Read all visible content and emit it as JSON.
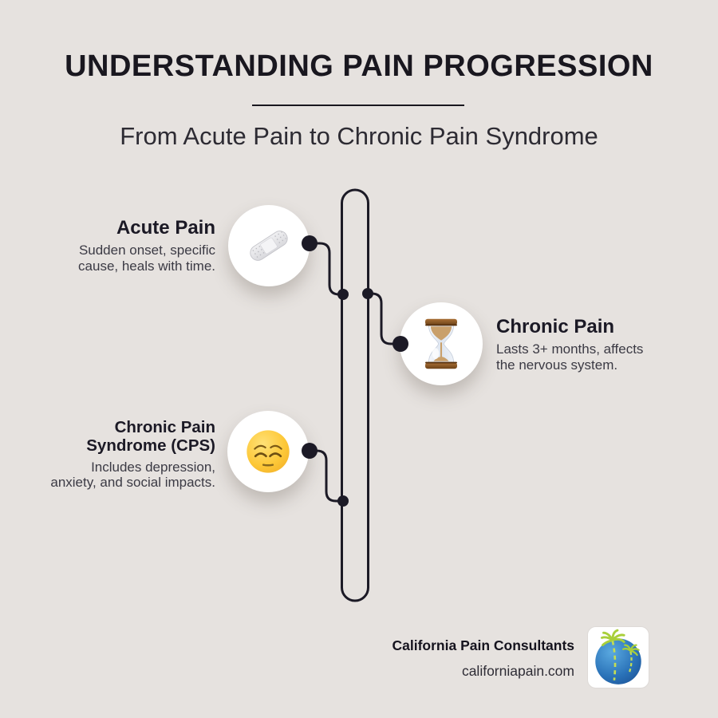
{
  "header": {
    "title": "UNDERSTANDING PAIN PROGRESSION",
    "subtitle": "From Acute Pain to Chronic Pain Syndrome"
  },
  "stages": [
    {
      "title": "Acute Pain",
      "description": "Sudden onset, specific\ncause, heals with time.",
      "icon": "bandage-icon",
      "side": "left"
    },
    {
      "title": "Chronic Pain",
      "description": "Lasts 3+ months, affects\nthe nervous system.",
      "icon": "hourglass-icon",
      "side": "right"
    },
    {
      "title": "Chronic Pain\nSyndrome (CPS)",
      "description": "Includes depression,\nanxiety, and social impacts.",
      "icon": "pensive-face-icon",
      "side": "left"
    }
  ],
  "footer": {
    "company": "California Pain Consultants",
    "website": "californiapain.com",
    "logo": "palm-globe-logo"
  },
  "colors": {
    "background": "#e6e2df",
    "ink": "#1c1a26",
    "heading_text": "#1b1925",
    "body_text": "#3b3a44",
    "circle_fill": "#ffffff",
    "logo_blue": "#2a72b8",
    "logo_green": "#a9cf3a",
    "emoji_yellow": "#fdc838",
    "hourglass_brown": "#8a5222",
    "sand_tan": "#c9a06b"
  }
}
